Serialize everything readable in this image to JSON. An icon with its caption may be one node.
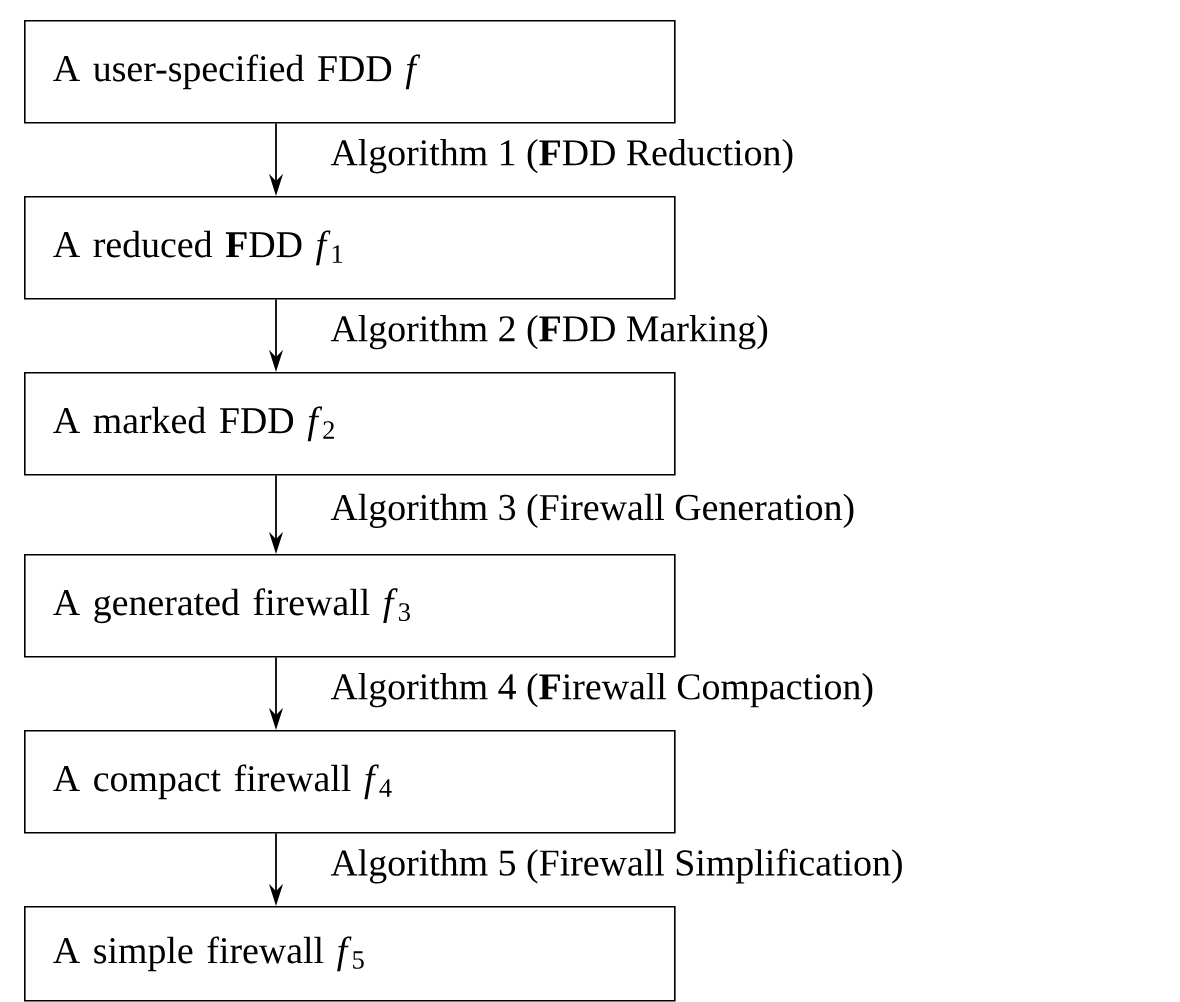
{
  "diagram": {
    "nodes": [
      {
        "text": [
          "A user-specified FDD *f*"
        ]
      },
      {
        "text": [
          "A reduced **F**DD *f*$_{1}$"
        ]
      },
      {
        "text": [
          "A marked FDD *f*$_{2}$"
        ]
      },
      {
        "text": [
          "A generated firewall *f*$_{3}$"
        ]
      },
      {
        "text": [
          "A compact firewall *f*$_{4}$"
        ]
      },
      {
        "text": [
          "A simple firewall *f*$_{5}$"
        ]
      }
    ],
    "edges": [
      {
        "from": 0,
        "to": 1,
        "arrow": "to",
        "label": "Algorithm 1 (**F**DD Reduction)"
      },
      {
        "from": 1,
        "to": 2,
        "arrow": "to",
        "label": "Algorithm 2 (**F**DD Marking)"
      },
      {
        "from": 2,
        "to": 3,
        "arrow": "to",
        "label": "Algorithm 3 (Firewall Generation)"
      },
      {
        "from": 3,
        "to": 4,
        "arrow": "to",
        "label": "Algorithm 4 (**F**irewall Compaction)"
      },
      {
        "from": 4,
        "to": 5,
        "arrow": "to",
        "label": "Algorithm 5 (Firewall Simplification)"
      }
    ]
  }
}
